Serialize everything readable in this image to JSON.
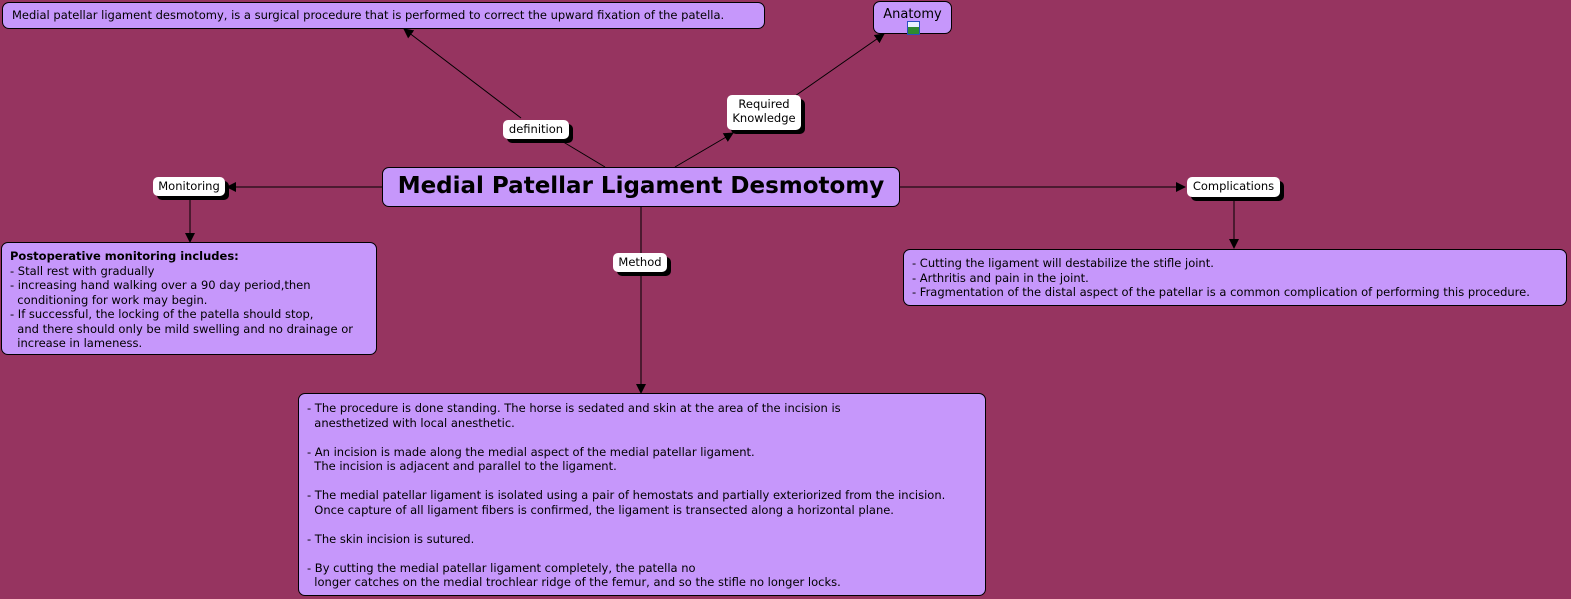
{
  "colors": {
    "background": "#963460",
    "concept": "#c697fb",
    "link_label": "#ffffff"
  },
  "main_concept": "Medial Patellar Ligament Desmotomy",
  "definition": {
    "link": "definition",
    "text": "Medial patellar ligament desmotomy, is a surgical procedure that is performed to correct the upward fixation of the patella."
  },
  "required_knowledge": {
    "link_lines": [
      "Required",
      "Knowledge"
    ],
    "target": "Anatomy",
    "icon": "image-resource-icon"
  },
  "monitoring": {
    "link": "Monitoring",
    "title": "Postoperative monitoring includes:",
    "lines": [
      "- Stall rest with gradually",
      "- increasing hand walking over a 90 day period,then",
      "  conditioning for work may begin.",
      "- If successful, the locking of the patella should stop,",
      "  and there should only be mild swelling and no drainage or",
      "  increase in lameness."
    ]
  },
  "complications": {
    "link": "Complications",
    "lines": [
      "- Cutting the ligament will destabilize the stifle joint.",
      "- Arthritis and pain in the joint.",
      "- Fragmentation of the distal aspect of the patellar is a common complication of performing this procedure."
    ]
  },
  "method": {
    "link": "Method",
    "lines": [
      "- The procedure is done standing. The horse is sedated and skin at the area of the incision is",
      "  anesthetized with local anesthetic.",
      " ",
      "- An incision is made along the medial aspect of the medial patellar ligament.",
      "  The incision is adjacent and parallel to the ligament.",
      " ",
      "- The medial patellar ligament is isolated using a pair of hemostats and partially exteriorized from the incision.",
      "  Once capture of all ligament fibers is confirmed, the ligament is transected along a horizontal plane.",
      " ",
      "- The skin incision is sutured.",
      " ",
      "- By cutting the medial patellar ligament completely, the patella no",
      "  longer catches on the medial trochlear ridge of the femur, and so the stifle no longer locks."
    ]
  }
}
